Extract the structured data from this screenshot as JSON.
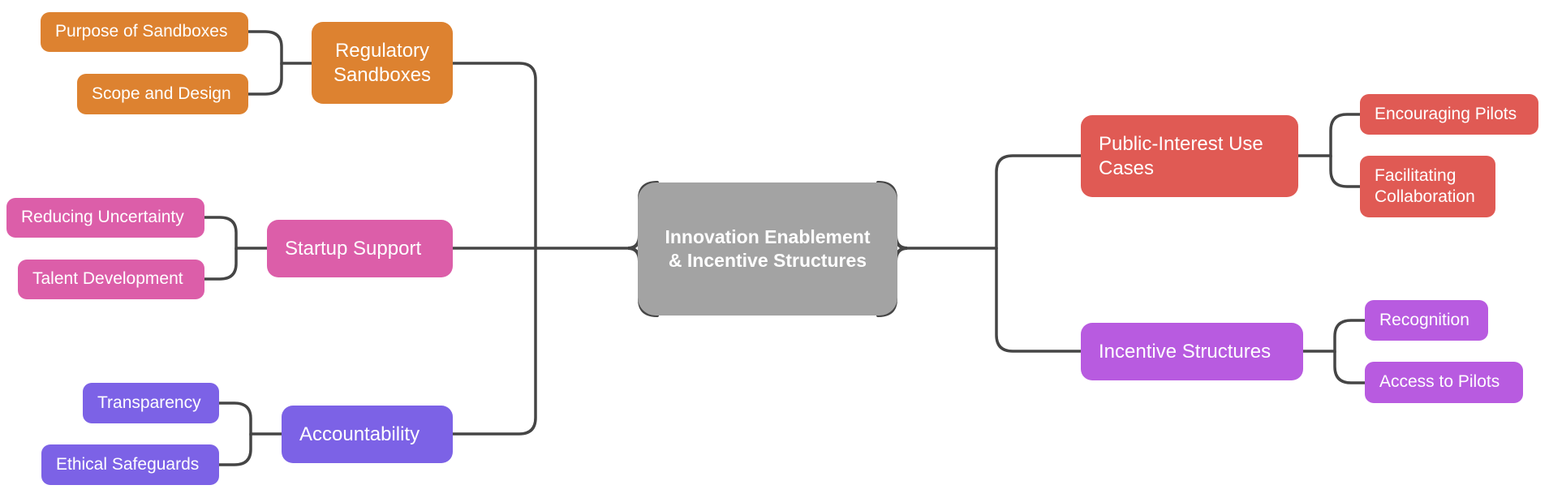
{
  "center": {
    "label": "Innovation Enablement & Incentive Structures"
  },
  "colors": {
    "center": "#a3a3a3",
    "regulatory": "#dd8230",
    "startup": "#dc5ea9",
    "accountability": "#7c62e6",
    "public_interest": "#e05a54",
    "incentive": "#b85be0",
    "connector": "#454545"
  },
  "branches": {
    "regulatory": {
      "label": "Regulatory Sandboxes",
      "children": [
        "Purpose of Sandboxes",
        "Scope and Design"
      ]
    },
    "startup": {
      "label": "Startup Support",
      "children": [
        "Reducing Uncertainty",
        "Talent Development"
      ]
    },
    "accountability": {
      "label": "Accountability",
      "children": [
        "Transparency",
        "Ethical Safeguards"
      ]
    },
    "public_interest": {
      "label": "Public-Interest Use Cases",
      "children": [
        "Encouraging Pilots",
        "Facilitating Collaboration"
      ]
    },
    "incentive": {
      "label": "Incentive Structures",
      "children": [
        "Recognition",
        "Access to Pilots"
      ]
    }
  }
}
